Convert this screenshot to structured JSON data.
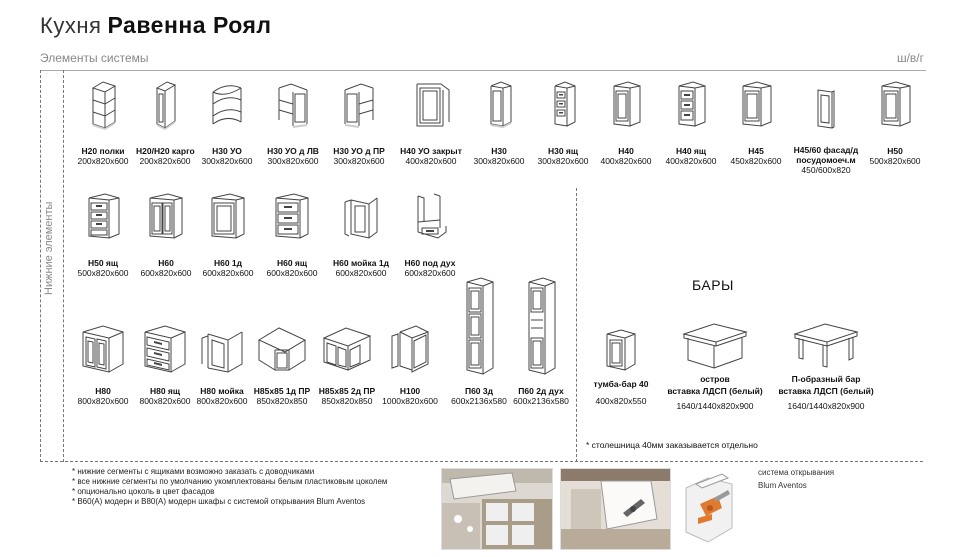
{
  "header": {
    "title_light": "Кухня",
    "title_bold": "Равенна Роял",
    "subtitle": "Элементы системы",
    "unit": "ш/в/г",
    "vertical_label": "Нижние элементы"
  },
  "row1": [
    {
      "name": "H20 полки",
      "size": "200x820x600"
    },
    {
      "name": "H20/H20 карго",
      "size": "200x820x600"
    },
    {
      "name": "H30 УО",
      "size": "300x820x600"
    },
    {
      "name": "H30 УО д ЛВ",
      "size": "300x820x600"
    },
    {
      "name": "H30 УО д ПР",
      "size": "300x820x600"
    },
    {
      "name": "H40 УО закрыт",
      "size": "400x820x600"
    },
    {
      "name": "H30",
      "size": "300x820x600"
    },
    {
      "name": "H30 ящ",
      "size": "300x820x600"
    },
    {
      "name": "H40",
      "size": "400x820x600"
    },
    {
      "name": "H40 ящ",
      "size": "400x820x600"
    },
    {
      "name": "H45",
      "size": "450x820x600"
    },
    {
      "name": "H45/60 фасад/д",
      "name2": "посудомоеч.м",
      "size": "450/600x820"
    },
    {
      "name": "H50",
      "size": "500x820x600"
    }
  ],
  "row2": [
    {
      "name": "H50 ящ",
      "size": "500x820x600"
    },
    {
      "name": "H60",
      "size": "600x820x600"
    },
    {
      "name": "H60 1д",
      "size": "600x820x600"
    },
    {
      "name": "H60 ящ",
      "size": "600x820x600"
    },
    {
      "name": "H60 мойка 1д",
      "size": "600x820x600"
    },
    {
      "name": "H60 под дух",
      "size": "600x820x600"
    }
  ],
  "row3": [
    {
      "name": "H80",
      "size": "800x820x600"
    },
    {
      "name": "H80 ящ",
      "size": "800x820x600"
    },
    {
      "name": "H80 мойка",
      "size": "800x820x600"
    },
    {
      "name": "H85x85 1д ПР",
      "size": "850x820x850"
    },
    {
      "name": "H85x85 2д ПР",
      "size": "850x820x850"
    },
    {
      "name": "H100",
      "size": "1000x820x600"
    },
    {
      "name": "П60 3д",
      "size": "600x2136x580"
    },
    {
      "name": "П60 2д дух",
      "size": "600x2136x580"
    }
  ],
  "bars": {
    "title": "БАРЫ",
    "items": [
      {
        "name": "тумба-бар 40",
        "name2": "",
        "size": "400x820x550"
      },
      {
        "name": "остров",
        "name2": "вставка ЛДСП (белый)",
        "size": "1640/1440x820x900"
      },
      {
        "name": "П-образный бар",
        "name2": "вставка ЛДСП (белый)",
        "size": "1640/1440x820x900"
      }
    ],
    "note": "* столешница 40мм  заказывается отдельно"
  },
  "notes": [
    "* нижние сегменты с ящиками возможно заказать с доводчиками",
    "* все нижние сегменты по умолчанию укомплектованы белым пластиковым цоколем",
    "* опционально цоколь в цвет фасадов",
    "* В60(А) модерн и В80(А) модерн шкафы с системой открывания Blum Aventos"
  ],
  "blum": {
    "line1": "система открывания",
    "line2": "Blum Aventos"
  },
  "colors": {
    "line": "#444444",
    "accent_orange": "#e07a2e",
    "muted_text": "#888888"
  }
}
